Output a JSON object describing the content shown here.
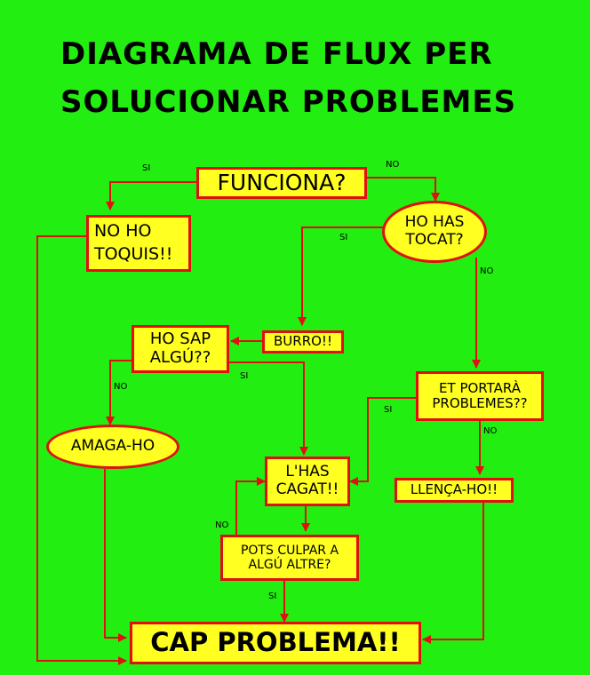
{
  "title": {
    "line1": "DIAGRAMA DE FLUX PER",
    "line2": "SOLUCIONAR PROBLEMES"
  },
  "nodes": {
    "funciona": "FUNCIONA?",
    "no_ho_toquis_1": "NO HO",
    "no_ho_toquis_2": "TOQUIS!!",
    "ho_has_tocat_1": "HO HAS",
    "ho_has_tocat_2": "TOCAT?",
    "burro": "BURRO!!",
    "ho_sap_algu_1": "HO SAP",
    "ho_sap_algu_2": "ALGÚ??",
    "amaga_ho": "AMAGA-HO",
    "et_portara_1": "ET PORTARÀ",
    "et_portara_2": "PROBLEMES??",
    "lhas_cagat_1": "L'HAS",
    "lhas_cagat_2": "CAGAT!!",
    "llenca_ho": "LLENÇA-HO!!",
    "pots_culpar_1": "POTS CULPAR A",
    "pots_culpar_2": "ALGÚ ALTRE?",
    "cap_problema": "CAP PROBLEMA!!"
  },
  "edge_labels": {
    "funciona_si": "SI",
    "funciona_no": "NO",
    "tocat_si": "SI",
    "tocat_no": "NO",
    "sap_no": "NO",
    "sap_si": "SI",
    "portara_si": "SI",
    "portara_no": "NO",
    "culpar_no": "NO",
    "culpar_si": "SI"
  },
  "colors": {
    "background": "#22ee11",
    "box_fill": "#ffff22",
    "line": "#e01010"
  }
}
